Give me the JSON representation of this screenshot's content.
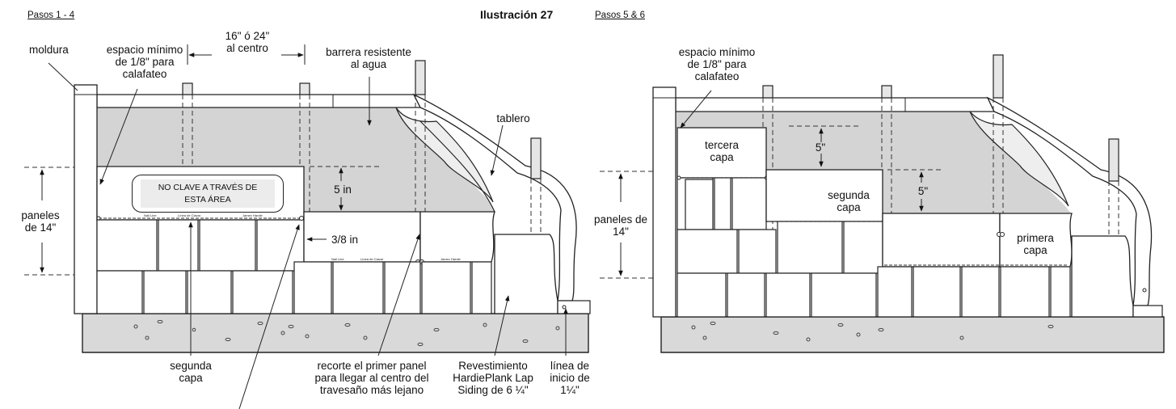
{
  "figure": {
    "title": "Ilustración 27",
    "left_step": "Pasos 1 - 4",
    "right_step": "Pasos 5 & 6"
  },
  "left_diagram": {
    "labels": {
      "trim": "moldura",
      "caulk_gap": [
        "espacio mínimo",
        "de 1/8\" para",
        "calafateo"
      ],
      "stud_spacing": [
        "16\" ó 24\"",
        "al centro"
      ],
      "water_barrier": [
        "barrera resistente",
        "al agua"
      ],
      "sheathing": "tablero",
      "panels": [
        "paneles",
        "de 14\""
      ],
      "spacing_5in": "5 in",
      "spacing_3_8in": "3/8 in",
      "second_course": [
        "segunda",
        "capa"
      ],
      "cut_panel": [
        "recorte el primer panel",
        "para llegar al centro del",
        "travesaño más lejano"
      ],
      "siding_product": [
        "Revestimiento",
        "HardiePlank Lap",
        "Siding de 6 ¼\""
      ],
      "starter_line": [
        "línea de",
        "inicio de",
        "1¼\""
      ]
    },
    "notice": [
      "NO CLAVE A TRAVÉS DE",
      "ESTA ÁREA"
    ]
  },
  "right_diagram": {
    "labels": {
      "caulk_gap": [
        "espacio mínimo",
        "de 1/8\" para",
        "calafateo"
      ],
      "third_course": [
        "tercera",
        "capa"
      ],
      "second_course": [
        "segunda",
        "capa"
      ],
      "first_course": [
        "primera",
        "capa"
      ],
      "panels": [
        "paneles de",
        "14\""
      ],
      "spacing_top": "5\"",
      "spacing_mid": "5\""
    }
  },
  "colors": {
    "barrier_gray": "#d4d4d4",
    "foundation_gray": "#d9d9d9",
    "line": "#222222"
  }
}
